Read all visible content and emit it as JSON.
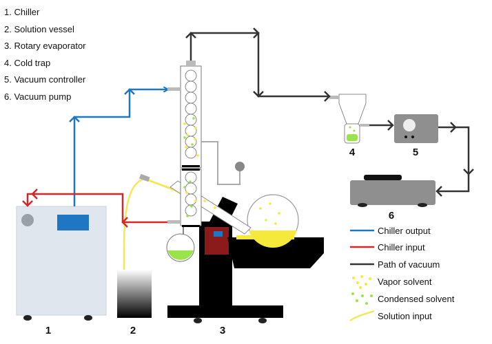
{
  "components": [
    {
      "label": "1. Chiller"
    },
    {
      "label": "2. Solution vessel"
    },
    {
      "label": "3. Rotary evaporator"
    },
    {
      "label": "4. Cold trap"
    },
    {
      "label": "5. Vacuum controller"
    },
    {
      "label": "6. Vacuum pump"
    }
  ],
  "numbers": {
    "n1": "1",
    "n2": "2",
    "n3": "3",
    "n4": "4",
    "n5": "5",
    "n6": "6"
  },
  "legend": [
    {
      "label": "Chiller output"
    },
    {
      "label": "Chiller input"
    },
    {
      "label": "Path of vacuum"
    },
    {
      "label": "Vapor solvent"
    },
    {
      "label": "Condensed solvent"
    },
    {
      "label": "Solution input"
    }
  ],
  "colors": {
    "chiller_output": "#1f77c4",
    "chiller_input": "#d62728",
    "vacuum_path": "#333333",
    "vapor": "#f5ea3b",
    "condensed": "#9be34a",
    "solution": "#f2e85a"
  }
}
